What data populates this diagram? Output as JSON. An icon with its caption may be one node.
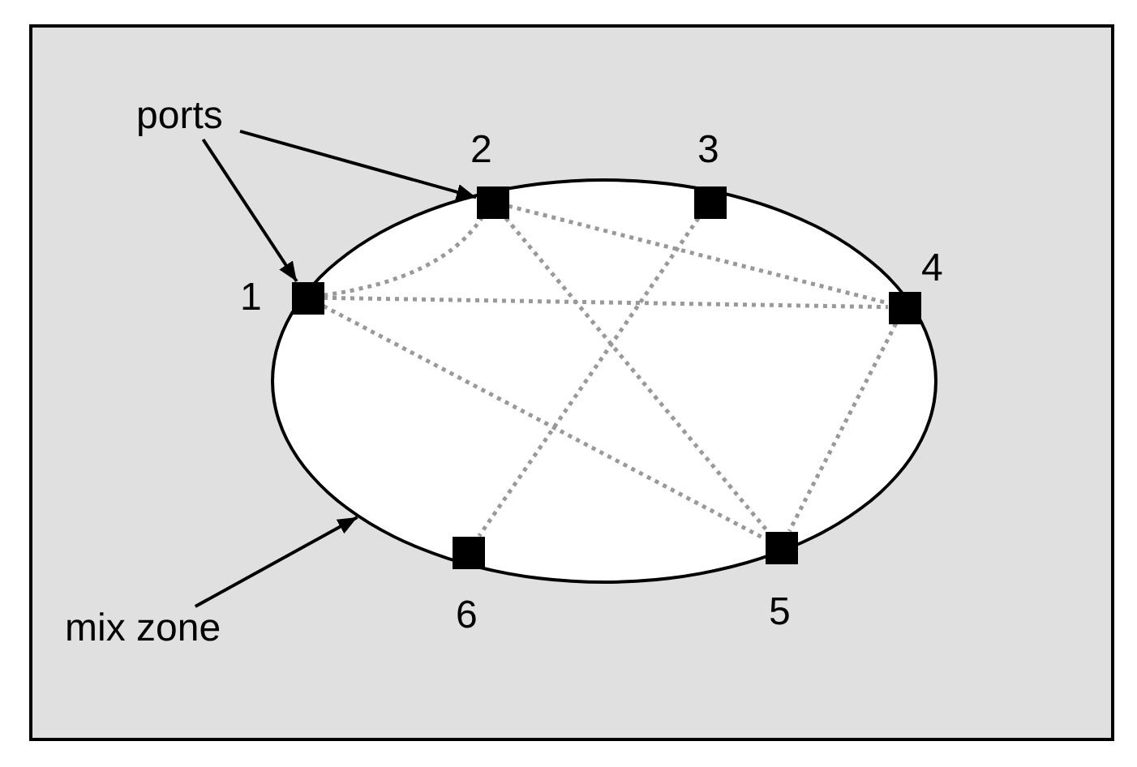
{
  "diagram": {
    "nodes": [
      {
        "text": [
          "ports"
        ]
      },
      {
        "text": [],
        "shape": "ellipse"
      },
      {
        "text": [],
        "shape": "box",
        "beside": [
          "1"
        ],
        "in": 1
      },
      {
        "text": [],
        "shape": "box",
        "beside": [
          "2"
        ],
        "in": 1
      },
      {
        "text": [],
        "shape": "box",
        "beside": [
          "3"
        ],
        "in": 1
      },
      {
        "text": [],
        "shape": "box",
        "beside": [
          "4"
        ],
        "in": 1
      },
      {
        "text": [],
        "shape": "box",
        "beside": [
          "5"
        ],
        "in": 1
      },
      {
        "text": [],
        "shape": "box",
        "beside": [
          "6"
        ],
        "in": 1
      },
      {
        "text": [
          "mix zone"
        ]
      }
    ],
    "edges": [
      {
        "from": 0,
        "to": 2,
        "arrow": "to",
        "color": "#000000"
      },
      {
        "from": 0,
        "to": 3,
        "arrow": "to",
        "color": "#000000"
      },
      {
        "from": 8,
        "to": 1,
        "arrow": "to",
        "color": "#000000"
      },
      {
        "from": 2,
        "to": 3,
        "arrow": "none",
        "style": "dashed",
        "color": "#999999"
      },
      {
        "from": 2,
        "to": 5,
        "arrow": "none",
        "style": "dashed",
        "color": "#999999"
      },
      {
        "from": 2,
        "to": 6,
        "arrow": "none",
        "style": "dashed",
        "color": "#999999"
      },
      {
        "from": 3,
        "to": 5,
        "arrow": "none",
        "style": "dashed",
        "color": "#999999"
      },
      {
        "from": 3,
        "to": 6,
        "arrow": "none",
        "style": "dashed",
        "color": "#999999"
      },
      {
        "from": 4,
        "to": 7,
        "arrow": "none",
        "style": "dashed",
        "color": "#999999"
      },
      {
        "from": 5,
        "to": 6,
        "arrow": "none",
        "style": "dashed",
        "color": "#999999"
      }
    ]
  }
}
